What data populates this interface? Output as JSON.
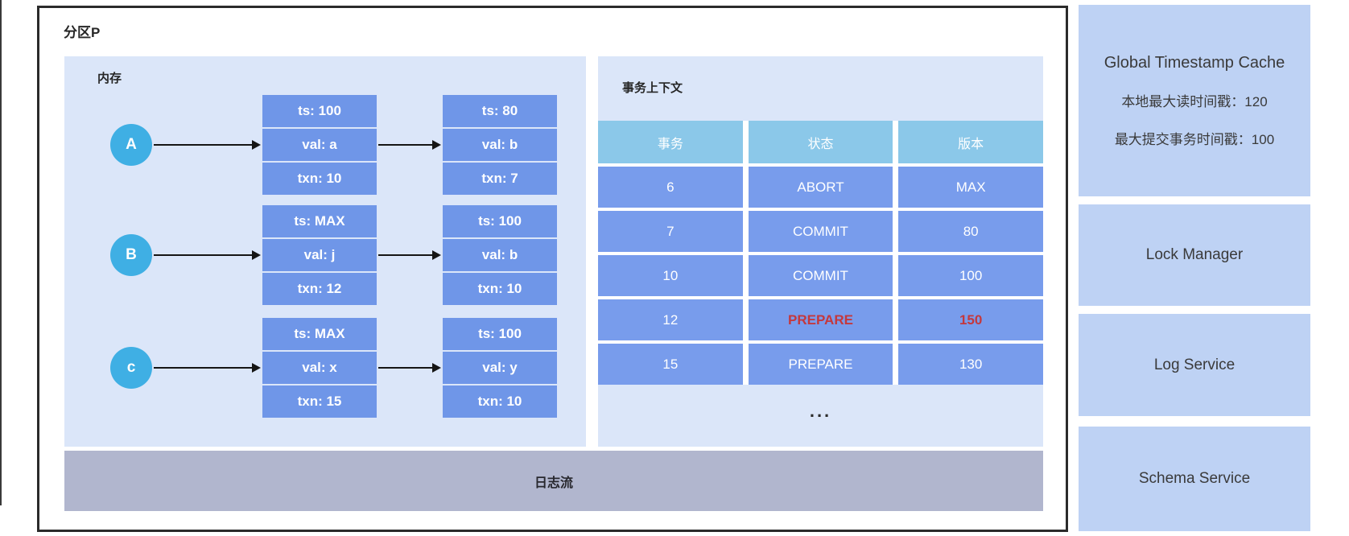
{
  "partition": {
    "label": "分区P",
    "memory": {
      "label": "内存",
      "rows": [
        {
          "id": "A",
          "nodes": [
            {
              "ts": "ts: 100",
              "val": "val: a",
              "txn": "txn: 10"
            },
            {
              "ts": "ts: 80",
              "val": "val: b",
              "txn": "txn: 7"
            }
          ]
        },
        {
          "id": "B",
          "nodes": [
            {
              "ts": "ts: MAX",
              "val": "val: j",
              "txn": "txn: 12"
            },
            {
              "ts": "ts: 100",
              "val": "val: b",
              "txn": "txn: 10"
            }
          ]
        },
        {
          "id": "c",
          "nodes": [
            {
              "ts": "ts: MAX",
              "val": "val: x",
              "txn": "txn: 15"
            },
            {
              "ts": "ts: 100",
              "val": "val: y",
              "txn": "txn: 10"
            }
          ]
        }
      ]
    },
    "txn_context": {
      "label": "事务上下文",
      "headers": [
        "事务",
        "状态",
        "版本"
      ],
      "rows": [
        {
          "txn": "6",
          "status": "ABORT",
          "version": "MAX"
        },
        {
          "txn": "7",
          "status": "COMMIT",
          "version": "80"
        },
        {
          "txn": "10",
          "status": "COMMIT",
          "version": "100"
        },
        {
          "txn": "12",
          "status": "PREPARE",
          "version": "150",
          "highlighted": true
        },
        {
          "txn": "15",
          "status": "PREPARE",
          "version": "130"
        }
      ],
      "ellipsis": "..."
    },
    "log_stream": {
      "label": "日志流"
    }
  },
  "services": {
    "global_timestamp_cache": {
      "title": "Global Timestamp Cache",
      "lines": [
        "本地最大读时间戳：120",
        "最大提交事务时间戳：100"
      ]
    },
    "lock_manager": "Lock Manager",
    "log_service": "Log Service",
    "schema_service": "Schema Service"
  },
  "colors": {
    "node_blue": "#6f96e8",
    "table_row_blue": "#789cec",
    "table_header_blue": "#8bc8e9",
    "record_circle_cyan": "#3fafe4",
    "panel_light_blue": "#dbe6f9",
    "log_bar_gray": "#b1b6ce",
    "service_box_blue": "#bed2f4",
    "prepare_red": "#c4383d",
    "border_dark": "#2b2b2b"
  }
}
